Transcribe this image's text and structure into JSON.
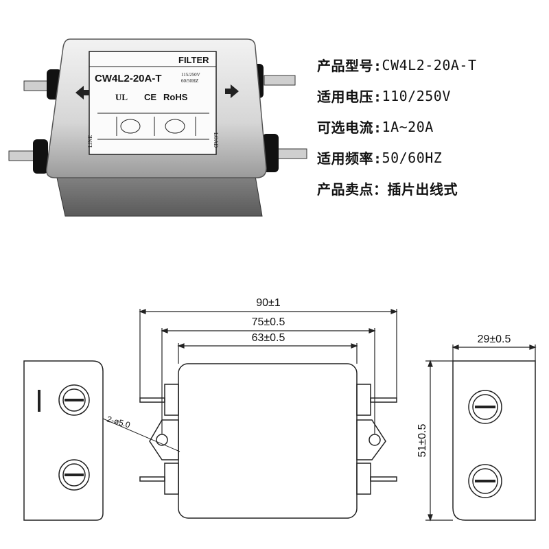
{
  "product": {
    "label_filter": "FILTER",
    "model": "CW4L2-20A-T",
    "rating_voltage": "115/250V",
    "rating_freq": "60/50HZ",
    "cert_ul": "UL",
    "cert_ce": "CE",
    "cert_rohs": "RoHS",
    "side_line": "LINE",
    "side_load": "LOAD"
  },
  "specs": [
    {
      "key": "产品型号:",
      "value": "CW4L2-20A-T"
    },
    {
      "key": "适用电压:",
      "value": "110/250V"
    },
    {
      "key": "可选电流:",
      "value": "1A~20A"
    },
    {
      "key": "适用频率:",
      "value": "50/60HZ"
    },
    {
      "key": "产品卖点：",
      "value": "插片出线式"
    }
  ],
  "drawing": {
    "dim_overall": "90±1",
    "dim_mount": "75±0.5",
    "dim_body": "63±0.5",
    "dim_depth": "29±0.5",
    "dim_height": "51±0.5",
    "hole_note": "2-ø5.0"
  },
  "colors": {
    "line": "#222222",
    "metal": "#c9c9c9",
    "terminal": "#111111"
  }
}
